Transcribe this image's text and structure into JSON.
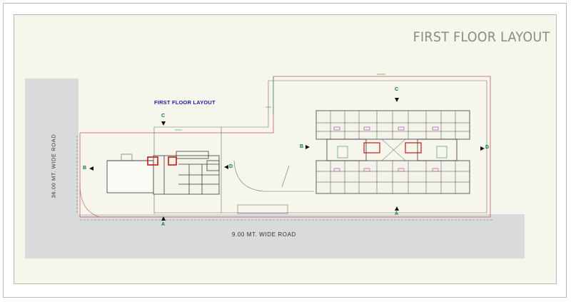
{
  "sheet_title": "FIRST FLOOR LAYOUT",
  "plan_label": "FIRST FLOOR LAYOUT",
  "roads": {
    "horizontal": "9.00  MT. WIDE ROAD",
    "vertical": "36.00  MT. WIDE ROAD"
  },
  "section_markers": {
    "a_left": "A",
    "a_right": "A",
    "b_left": "B",
    "b_right": "B",
    "c_left": "C",
    "c_right": "C",
    "d_left": "D",
    "d_right": "D"
  },
  "colors": {
    "sheet_background": "#f6f6ec",
    "road": "#d9dadc",
    "plot_boundary": "#c45a5a",
    "walls": "#3b3b3b",
    "label_blue": "#1e1aa8",
    "marker_green": "#0b7a3a",
    "stair_highlight": "#c41818"
  }
}
